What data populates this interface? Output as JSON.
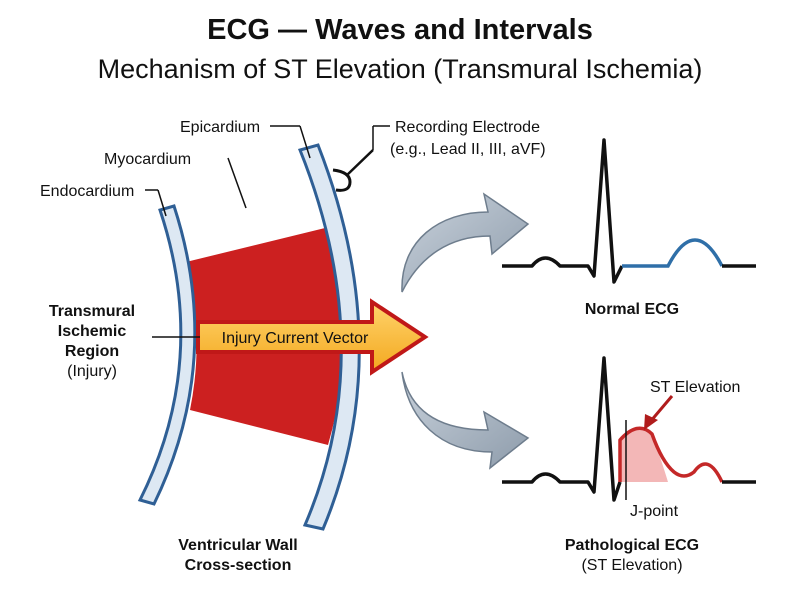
{
  "title": "ECG — Waves and Intervals",
  "subtitle": "Mechanism of ST Elevation (Transmural Ischemia)",
  "labels": {
    "epicardium": "Epicardium",
    "myocardium": "Myocardium",
    "endocardium": "Endocardium",
    "electrode_line1": "Recording Electrode",
    "electrode_line2": "(e.g., Lead II, III, aVF)",
    "region_line1": "Transmural",
    "region_line2": "Ischemic",
    "region_line3": "Region",
    "region_line4": "(Injury)",
    "vector": "Injury Current Vector",
    "wall_line1": "Ventricular Wall",
    "wall_line2": "Cross-section",
    "normal_ecg": "Normal ECG",
    "st_elevation": "ST Elevation",
    "j_point": "J-point",
    "path_line1": "Pathological ECG",
    "path_line2": "(ST Elevation)"
  },
  "colors": {
    "ischemic_region": "#cc2020",
    "wall_fill": "#dde8f3",
    "wall_stroke": "#2f5f95",
    "vector_fill": "#f7b733",
    "vector_stroke": "#c01818",
    "arrow_fill": "#a9b6c4",
    "normal_st_segment": "#2f6fa8",
    "st_elevation": "#c42828",
    "st_shade": "#f3b7b7"
  }
}
